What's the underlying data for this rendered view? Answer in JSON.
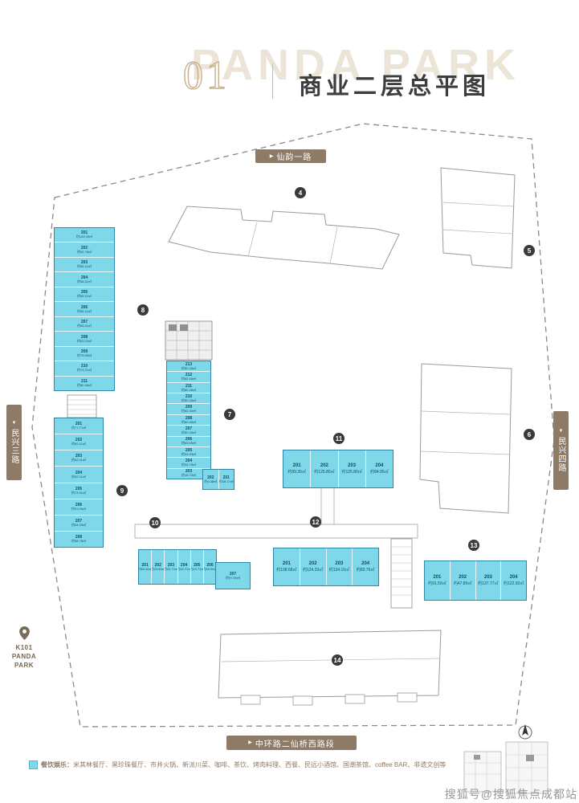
{
  "header": {
    "number": "01",
    "title": "商业二层总平图",
    "watermark": "PANDA PARK"
  },
  "roads": {
    "top": "仙韵一路",
    "bottom": "中环路二仙桥西路段",
    "left": "民兴三路",
    "right": "民兴四路"
  },
  "icons": {
    "arrow_right": "▶",
    "arrow_down": "▼"
  },
  "markers": [
    "4",
    "5",
    "6",
    "7",
    "8",
    "9",
    "10",
    "11",
    "12",
    "13",
    "14"
  ],
  "landmark": {
    "line1": "K101",
    "line2": "PANDA",
    "line3": "PARK"
  },
  "legend": {
    "category": "餐饮娱乐：",
    "items": "米其林餐厅、黑珍珠餐厅、市井火锅、新派川菜、咖啡、茶饮、烤肉料理、西餐、民远小酒馆、国潮茶馆、coffee BAR、非遗文创等"
  },
  "watermark": "搜狐号@搜狐焦点成都站",
  "colors": {
    "accent_cyan": "#7ed8e9",
    "badge_brown": "#8d7a67",
    "unit_text": "#0d4c66"
  },
  "buildings": {
    "b8": {
      "units": [
        {
          "id": "201",
          "area": "约149.43㎡"
        },
        {
          "id": "202",
          "area": "约92.76㎡"
        },
        {
          "id": "203",
          "area": "约56.11㎡"
        },
        {
          "id": "204",
          "area": "约56.11㎡"
        },
        {
          "id": "205",
          "area": "约56.11㎡"
        },
        {
          "id": "206",
          "area": "约56.11㎡"
        },
        {
          "id": "207",
          "area": "约56.11㎡"
        },
        {
          "id": "208",
          "area": "约53.31㎡"
        },
        {
          "id": "209",
          "area": "约75.99㎡"
        },
        {
          "id": "210",
          "area": "约74.21㎡"
        },
        {
          "id": "211",
          "area": "约80.48㎡"
        }
      ]
    },
    "b9": {
      "units": [
        {
          "id": "201",
          "area": "约77.77㎡"
        },
        {
          "id": "202",
          "area": "约62.11㎡"
        },
        {
          "id": "203",
          "area": "约62.11㎡"
        },
        {
          "id": "204",
          "area": "约62.11㎡"
        },
        {
          "id": "205",
          "area": "约73.91㎡"
        },
        {
          "id": "206",
          "area": "约91.05㎡"
        },
        {
          "id": "207",
          "area": "约64.33㎡"
        },
        {
          "id": "208",
          "area": "约58.78㎡"
        }
      ]
    },
    "b7": {
      "units": [
        {
          "id": "213",
          "area": "约82.45㎡"
        },
        {
          "id": "212",
          "area": "约82.45㎡"
        },
        {
          "id": "211",
          "area": "约82.45㎡"
        },
        {
          "id": "210",
          "area": "约82.45㎡"
        },
        {
          "id": "209",
          "area": "约82.45㎡"
        },
        {
          "id": "208",
          "area": "约82.45㎡"
        },
        {
          "id": "207",
          "area": "约82.45㎡"
        },
        {
          "id": "206",
          "area": "约63.05㎡"
        },
        {
          "id": "205",
          "area": "约34.93㎡"
        },
        {
          "id": "204",
          "area": "约34.75㎡"
        },
        {
          "id": "203",
          "area": "约16.73㎡"
        }
      ]
    },
    "b7a": {
      "units": [
        {
          "id": "202",
          "area": "约9.48㎡"
        },
        {
          "id": "201",
          "area": "约48.17㎡"
        }
      ]
    },
    "b10": {
      "units": [
        {
          "id": "201",
          "area": "约63.46㎡"
        },
        {
          "id": "202",
          "area": "约43.85㎡"
        },
        {
          "id": "203",
          "area": "约43.71㎡"
        },
        {
          "id": "204",
          "area": "约43.71㎡"
        },
        {
          "id": "205",
          "area": "约43.71㎡"
        },
        {
          "id": "206",
          "area": "约45.96㎡"
        }
      ]
    },
    "b10b": {
      "units": [
        {
          "id": "207",
          "area": "约97.59㎡"
        }
      ]
    },
    "b11": {
      "units": [
        {
          "id": "201",
          "area": "约99.35㎡"
        },
        {
          "id": "202",
          "area": "约125.80㎡"
        },
        {
          "id": "203",
          "area": "约125.80㎡"
        },
        {
          "id": "204",
          "area": "约84.95㎡"
        }
      ]
    },
    "b12": {
      "units": [
        {
          "id": "201",
          "area": "约108.68㎡"
        },
        {
          "id": "202",
          "area": "约124.33㎡"
        },
        {
          "id": "203",
          "area": "约134.10㎡"
        },
        {
          "id": "204",
          "area": "约83.76㎡"
        }
      ]
    },
    "b13": {
      "units": [
        {
          "id": "201",
          "area": "约91.59㎡"
        },
        {
          "id": "202",
          "area": "约47.89㎡"
        },
        {
          "id": "203",
          "area": "约137.77㎡"
        },
        {
          "id": "204",
          "area": "约122.92㎡"
        }
      ]
    }
  }
}
